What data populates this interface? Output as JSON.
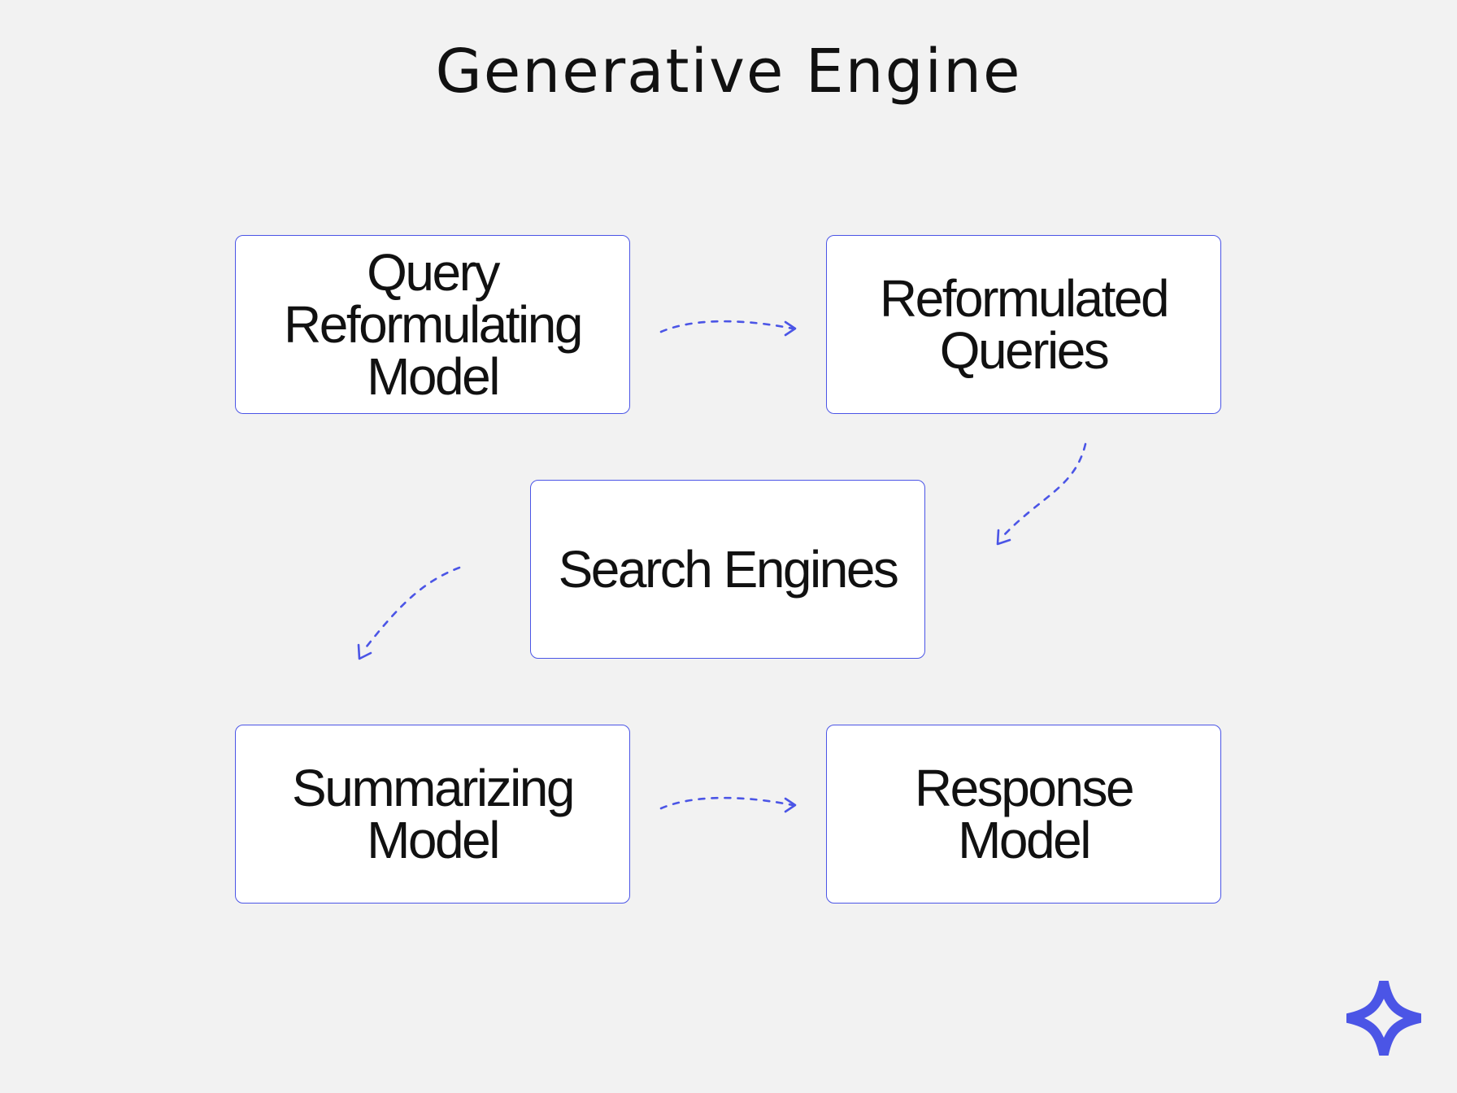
{
  "title": "Generative Engine",
  "nodes": {
    "query_reformulating_model": "Query Reformulating Model",
    "reformulated_queries": "Reformulated Queries",
    "search_engines": "Search Engines",
    "summarizing_model": "Summarizing Model",
    "response_model": "Response Model"
  },
  "edges": [
    {
      "from": "Query Reformulating Model",
      "to": "Reformulated Queries"
    },
    {
      "from": "Reformulated Queries",
      "to": "Search Engines"
    },
    {
      "from": "Search Engines",
      "to": "Summarizing Model"
    },
    {
      "from": "Summarizing Model",
      "to": "Response Model"
    }
  ],
  "colors": {
    "background": "#f2f2f2",
    "accent": "#4b55e6",
    "node_fill": "#ffffff",
    "text": "#111111"
  },
  "logo_icon": "four-point-star-icon"
}
